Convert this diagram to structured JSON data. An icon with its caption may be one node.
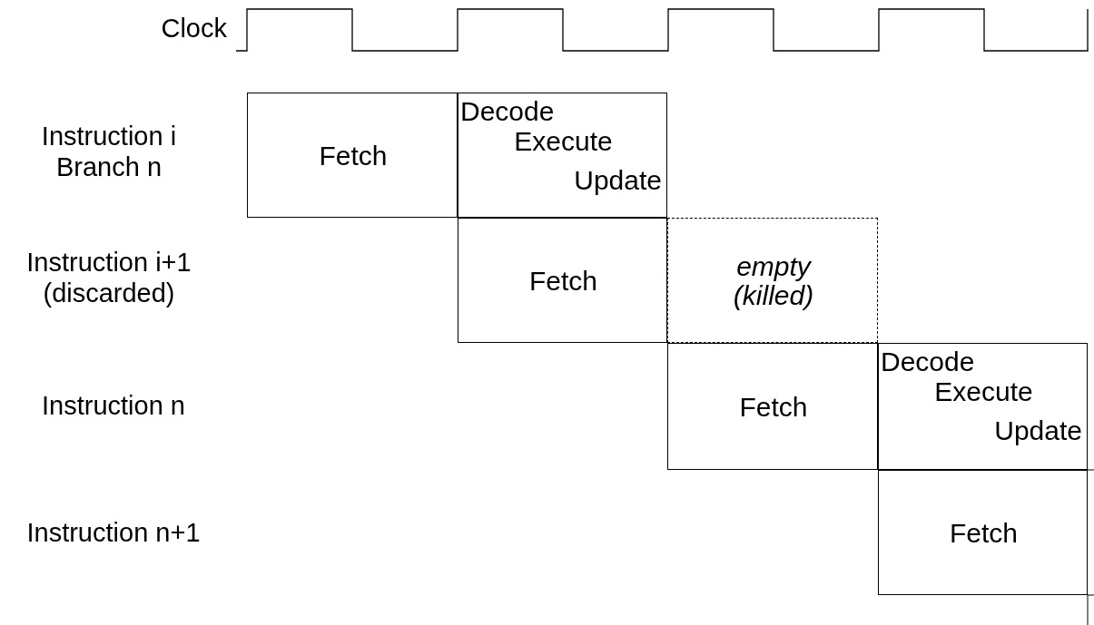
{
  "diagram": {
    "nodes": [
      {
        "text": [
          "Fetch"
        ]
      },
      {
        "text": [
          "Decode",
          "Execute",
          "Update"
        ]
      },
      {
        "text": [
          "Fetch"
        ]
      },
      {
        "text": [
          "empty (killed)"
        ]
      },
      {
        "text": [
          "Fetch"
        ]
      },
      {
        "text": [
          "Decode",
          "Execute",
          "Update"
        ]
      },
      {
        "text": [
          "Fetch"
        ]
      }
    ],
    "labels": [
      "Clock",
      "Instruction i Branch n",
      "Instruction i+1 (discarded)",
      "Instruction n",
      "Instruction n+1"
    ]
  }
}
